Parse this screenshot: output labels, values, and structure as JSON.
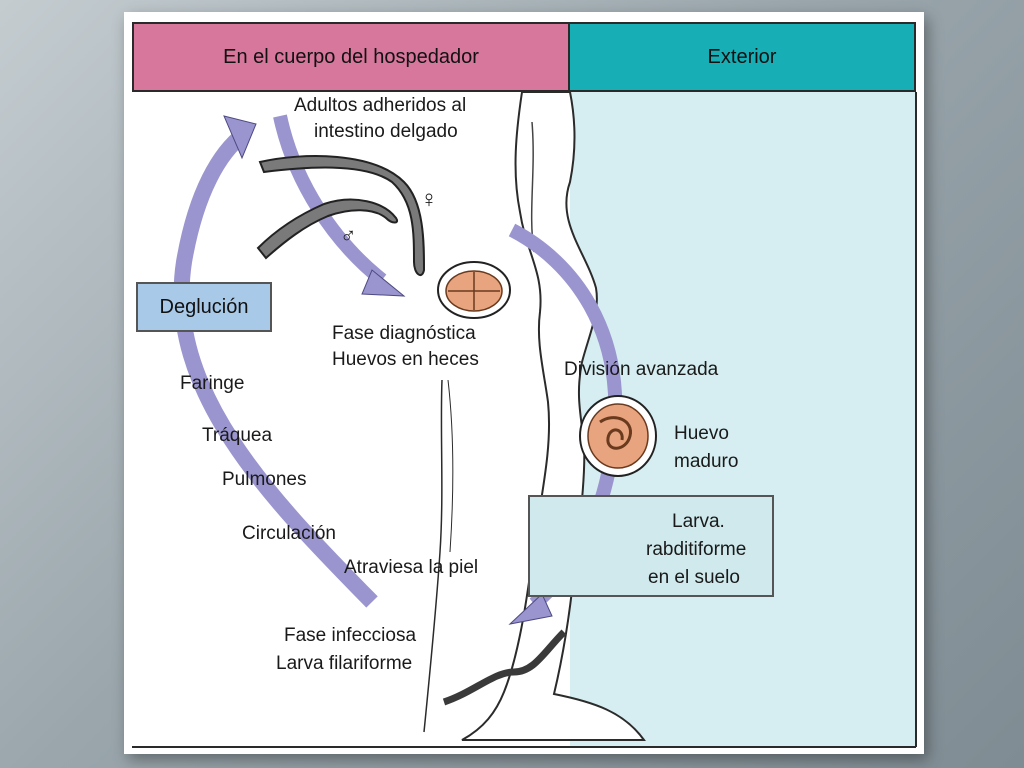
{
  "header": {
    "host": "En el cuerpo del hospedador",
    "exterior": "Exterior"
  },
  "labels": {
    "adults_line1": "Adultos adheridos al",
    "adults_line2": "intestino delgado",
    "diag_line1": "Fase diagnóstica",
    "diag_line2": "Huevos en heces",
    "division": "División avanzada",
    "egg_line1": "Huevo",
    "egg_line2": "maduro",
    "larva_line1": "Larva.",
    "larva_line2": "rabditiforme",
    "larva_line3": "en el suelo",
    "deglucion": "Deglución",
    "faringe": "Faringe",
    "traquea": "Tráquea",
    "pulmones": "Pulmones",
    "circulacion": "Circulación",
    "piel": "Atraviesa la piel",
    "infect_line1": "Fase infecciosa",
    "infect_line2": "Larva filariforme",
    "female": "♀",
    "male": "♂"
  },
  "colors": {
    "host_header": "#d7779c",
    "exterior_header": "#17aeb6",
    "exterior_bg": "#d6eef1",
    "arrow": "#9a95cf",
    "deglucion_box": "#a9c9e8",
    "egg": "#e8a47e"
  }
}
